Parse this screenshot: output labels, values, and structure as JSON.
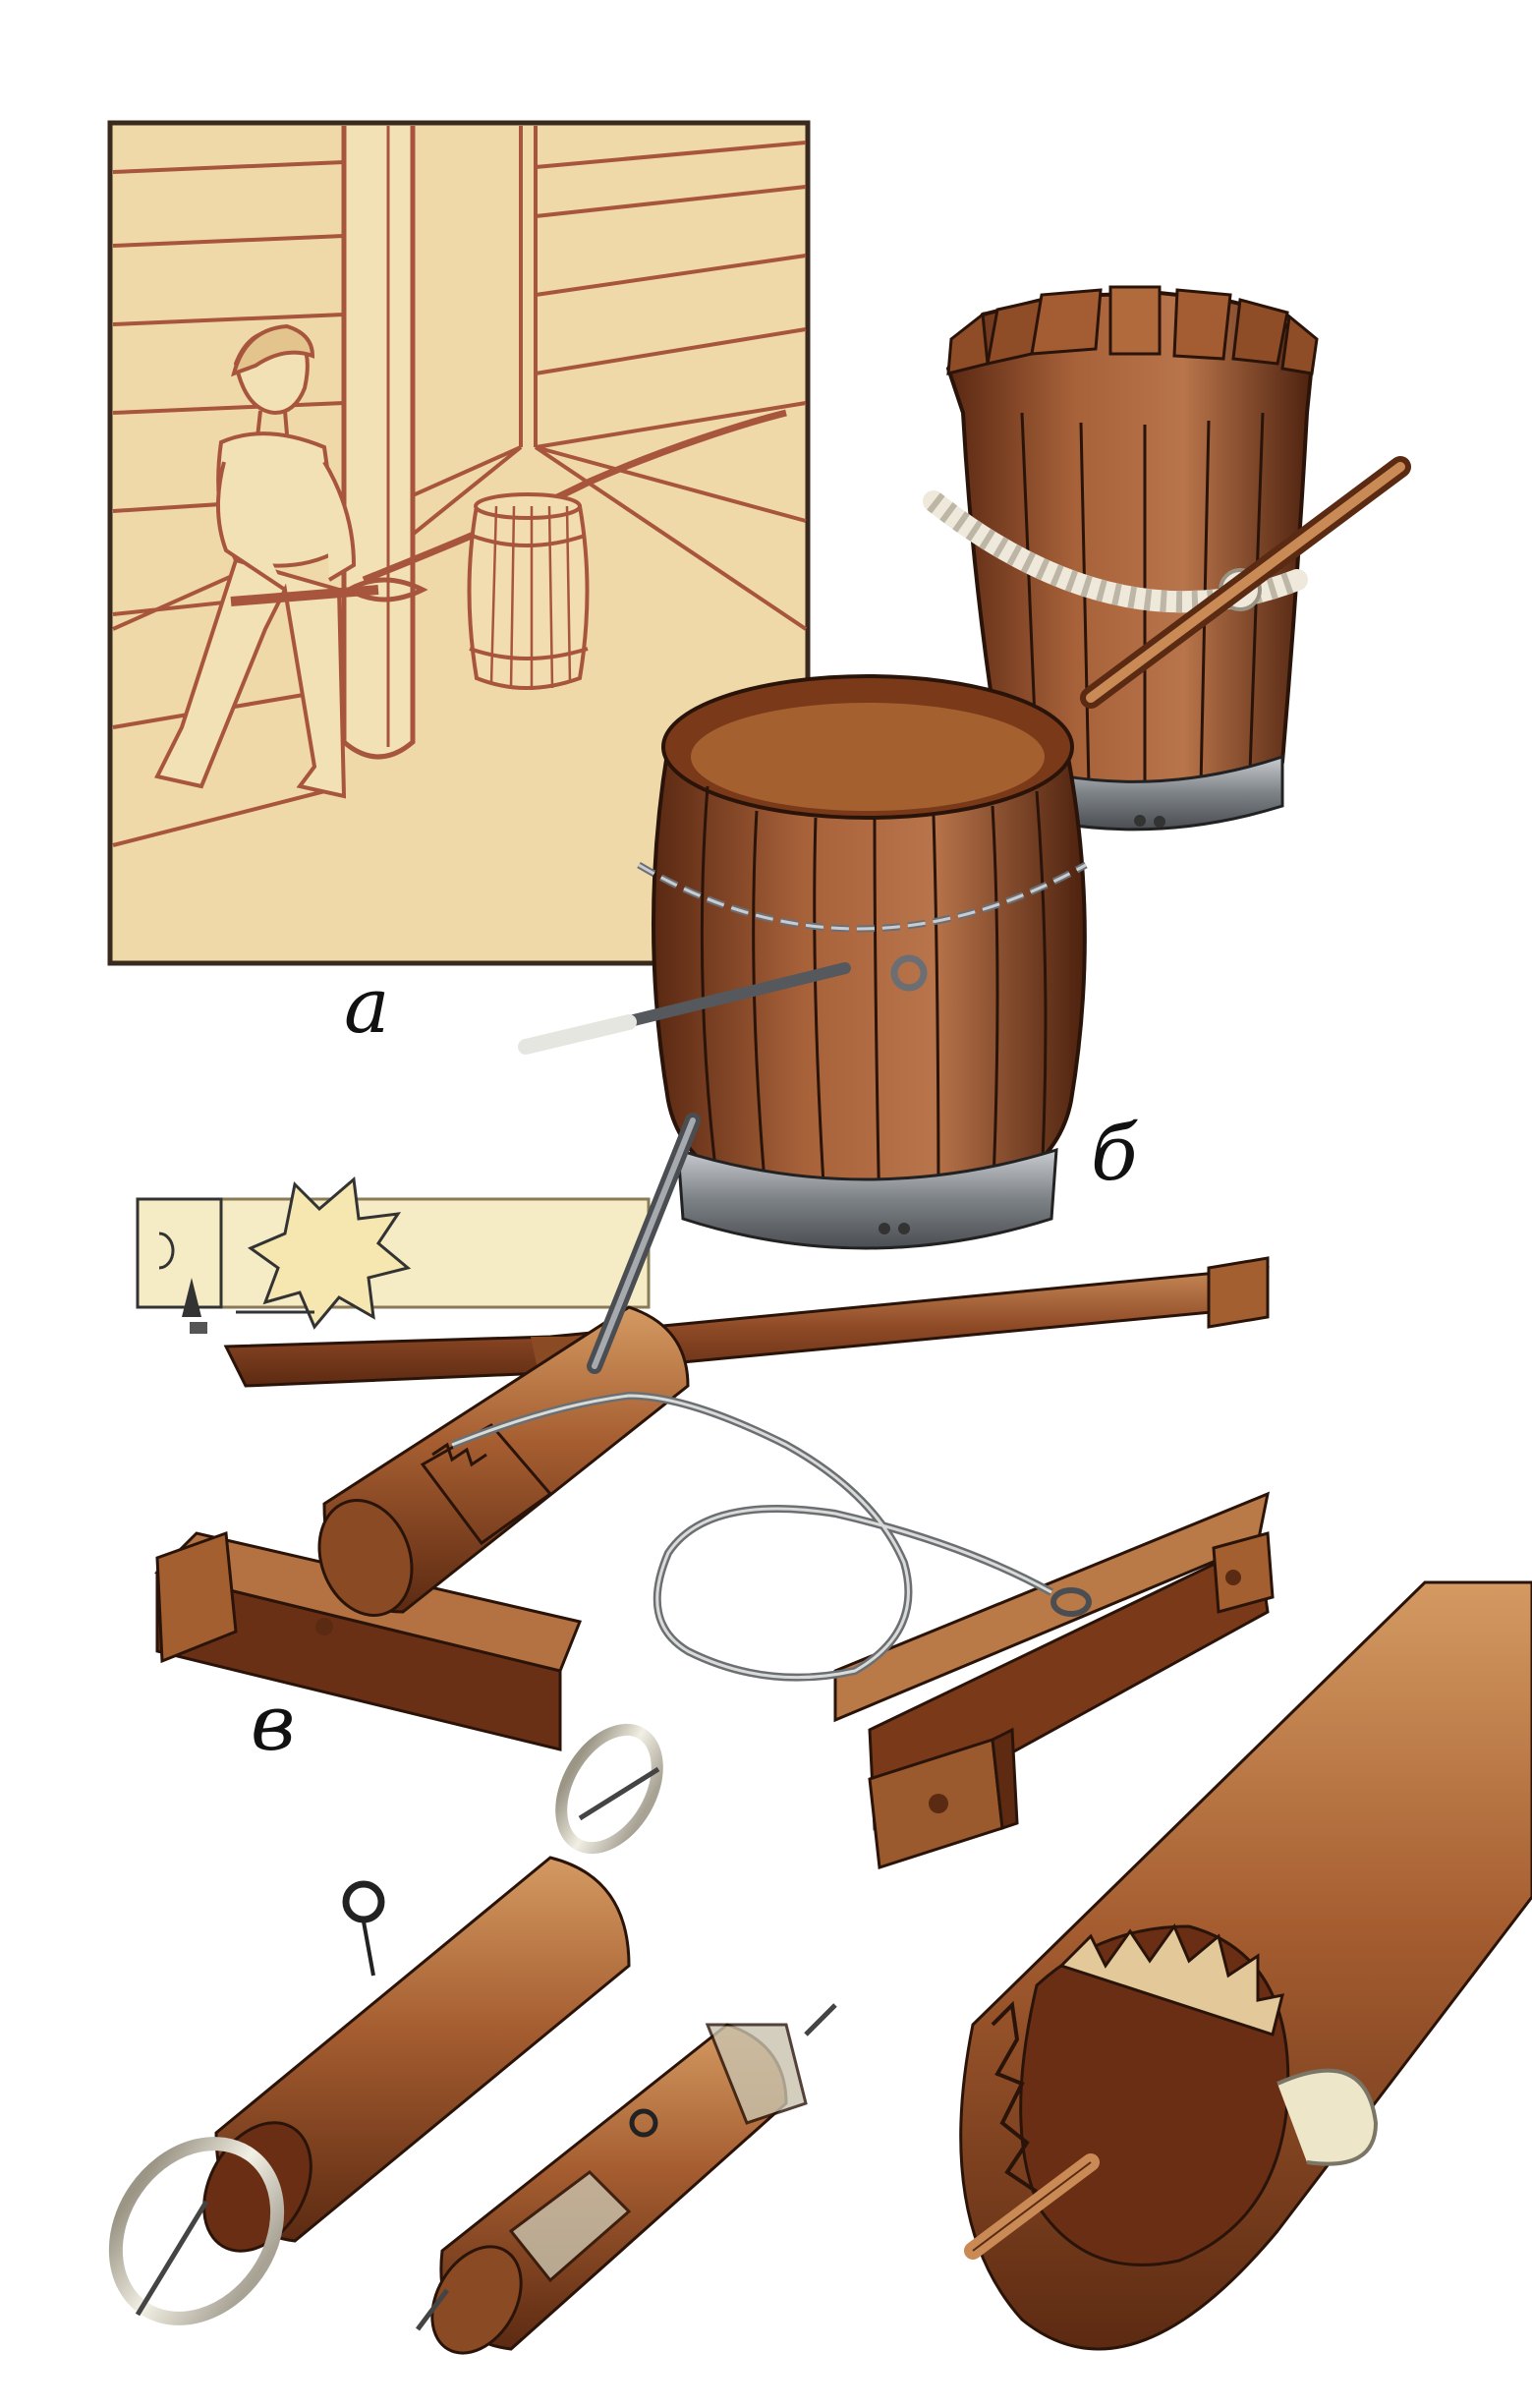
{
  "labels": {
    "a": "а",
    "b": "б",
    "v": "в"
  },
  "colors": {
    "paper": "#ffffff",
    "panel_bg": "#efd9a9",
    "panel_line": "#a8553d",
    "wood_dark": "#6b3218",
    "wood_mid": "#9a5530",
    "wood_light": "#c98a55",
    "metal": "#8a8f94",
    "rope": "#efe9dc"
  },
  "icons": [
    "barrel",
    "half-barrel",
    "chain",
    "winch-frame",
    "ratchet-drum",
    "ratchet-gear",
    "hoop",
    "eye-screw",
    "crank-handle"
  ]
}
